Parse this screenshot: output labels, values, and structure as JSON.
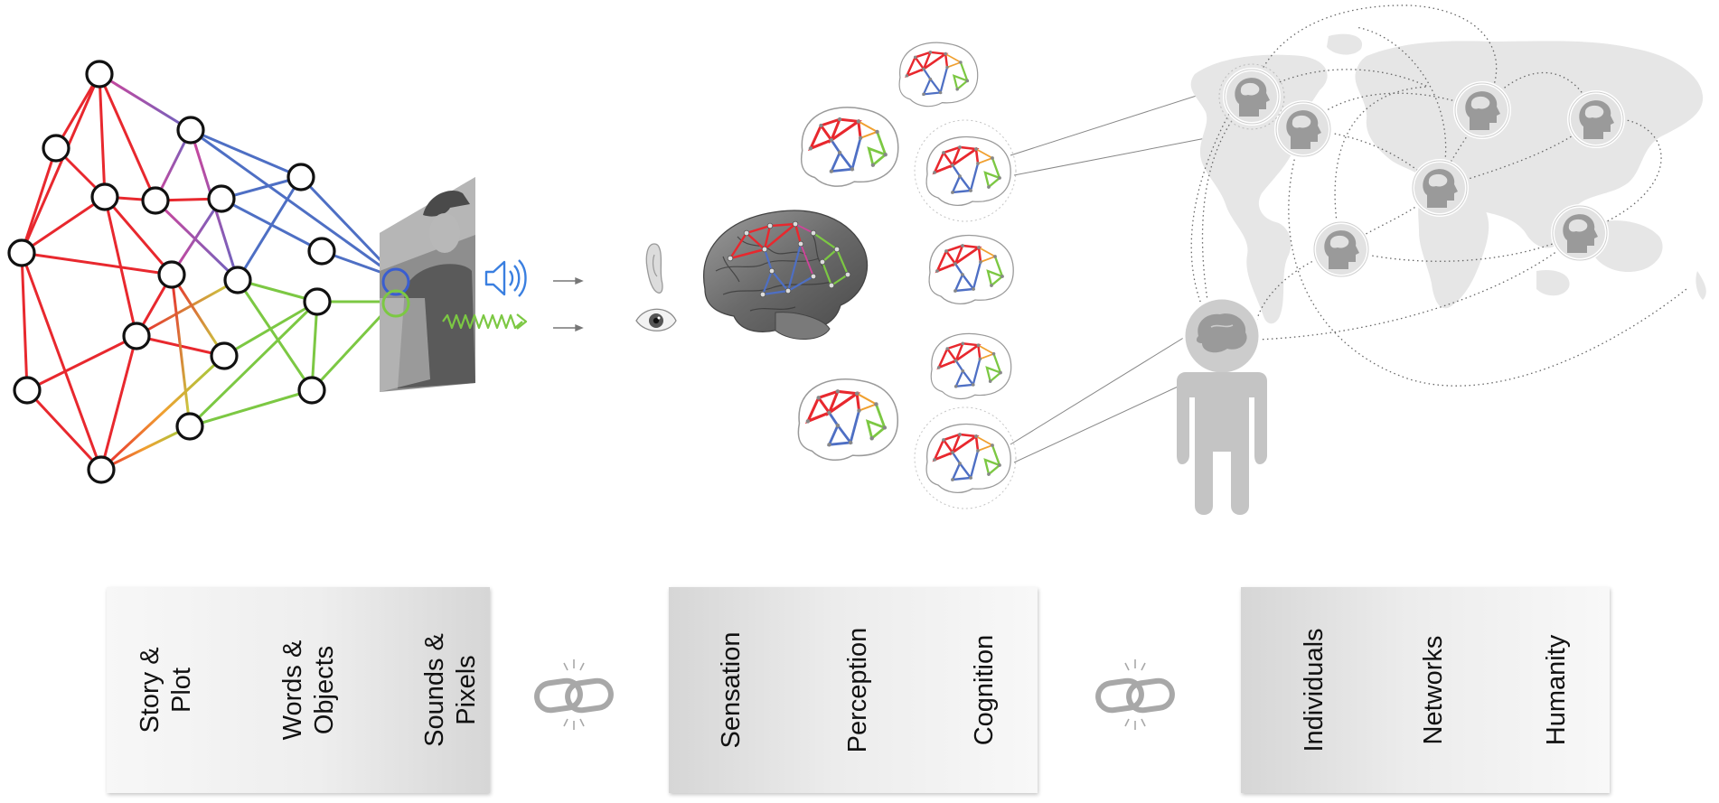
{
  "panels": {
    "media": {
      "labels": [
        "Story &\nPlot",
        "Words &\nObjects",
        "Sounds &\nPixels"
      ]
    },
    "brain": {
      "labels": [
        "Sensation",
        "Perception",
        "Cognition"
      ]
    },
    "society": {
      "labels": [
        "Individuals",
        "Networks",
        "Humanity"
      ]
    }
  },
  "colors": {
    "network_red": "#e8282e",
    "network_magenta": "#d0449a",
    "network_blue": "#4e6fc4",
    "network_green": "#7cc843",
    "audio_blue": "#3a7fe0",
    "connector_gray": "#c8c8c8",
    "figure_gray": "#c4c4c4",
    "map_gray": "#e6e6e6"
  },
  "icons": [
    "chain-link-icon",
    "speaker-icon",
    "sound-wave-icon",
    "ear-icon",
    "eye-icon",
    "head-brain-icon",
    "person-icon",
    "brain-icon"
  ]
}
